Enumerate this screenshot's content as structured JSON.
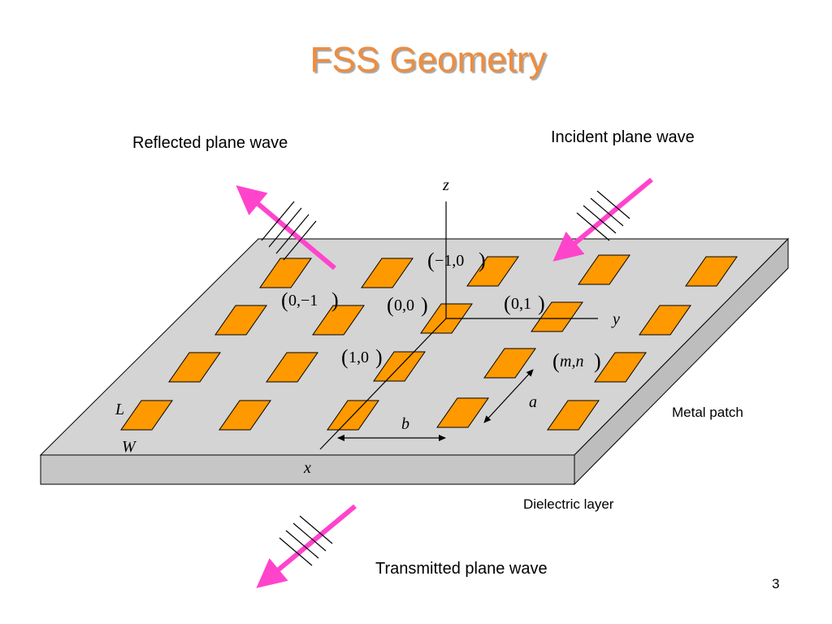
{
  "title": "FSS Geometry",
  "labels": {
    "reflected": "Reflected plane wave",
    "incident": "Incident plane wave",
    "transmitted": "Transmitted plane wave",
    "metal_patch": "Metal patch",
    "dielectric": "Dielectric layer"
  },
  "axes": {
    "z": "z",
    "y": "y",
    "x": "x"
  },
  "dims": {
    "L": "L",
    "W": "W",
    "a": "a",
    "b": "b"
  },
  "indices": {
    "m10": "−1,0",
    "z_m1": "0,−1",
    "zz": "0,0",
    "z1": "0,1",
    "o0": "1,0",
    "mn": "m,n"
  },
  "page_number": "3",
  "colors": {
    "title": "#f08c3c",
    "patch_fill": "#ff9900",
    "patch_stroke": "#000000",
    "slab_top": "#d4d4d4",
    "slab_side": "#c6c6c6",
    "wave_arrow": "#ff44cc"
  }
}
